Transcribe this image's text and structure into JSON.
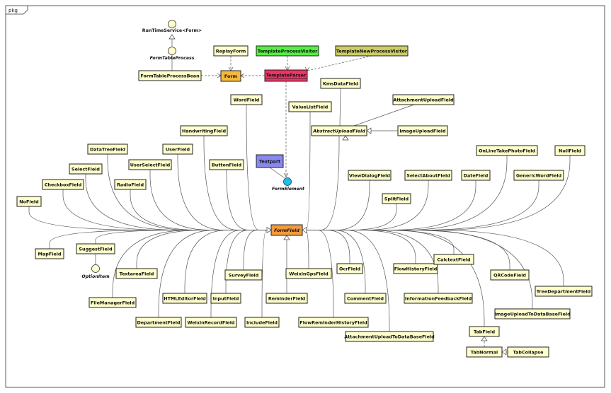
{
  "package": {
    "name": "pkg"
  },
  "top": {
    "runtime_service": "RunTimeService<Form>",
    "form_table_process": "FormTableProcess",
    "form_table_process_bean": "FormTableProcessBean",
    "replay_form": "ReplayForm",
    "form": "Form",
    "template_process_visitor": "TemplateProcessVisitor",
    "template_new_process_visitor": "TemplateNewProcessVisitor",
    "template_parser": "TemplateParser",
    "textpart": "Textpart",
    "form_element": "FormElement",
    "form_field": "FormField",
    "option_item": "OptionItem"
  },
  "upload": {
    "kms_data_field": "KmsDataField",
    "attachment_upload_field": "AttachmentUploadField",
    "abstract_upload_field": "AbstractUploadField",
    "image_upload_field": "ImageUploadField"
  },
  "fields_above": [
    {
      "id": "word",
      "label": "WordField"
    },
    {
      "id": "valuelist",
      "label": "ValueListField"
    },
    {
      "id": "handwriting",
      "label": "HandwritingField"
    },
    {
      "id": "datatree",
      "label": "DataTreeField"
    },
    {
      "id": "user",
      "label": "UserField"
    },
    {
      "id": "select",
      "label": "SelectField"
    },
    {
      "id": "userselect",
      "label": "UserSelectField"
    },
    {
      "id": "button",
      "label": "ButtonField"
    },
    {
      "id": "checkbox",
      "label": "CheckboxField"
    },
    {
      "id": "radio",
      "label": "RadioField"
    },
    {
      "id": "no",
      "label": "NoField"
    },
    {
      "id": "viewdialog",
      "label": "ViewDialogField"
    },
    {
      "id": "selectabout",
      "label": "SelectAboutField"
    },
    {
      "id": "date",
      "label": "DateField"
    },
    {
      "id": "online",
      "label": "OnLineTakePhotoField"
    },
    {
      "id": "null",
      "label": "NullField"
    },
    {
      "id": "genericword",
      "label": "GenericWordField"
    },
    {
      "id": "split",
      "label": "SplitField"
    }
  ],
  "fields_below": [
    {
      "id": "map",
      "label": "MapField"
    },
    {
      "id": "suggest",
      "label": "SuggestField"
    },
    {
      "id": "textarea",
      "label": "TextareaField"
    },
    {
      "id": "filemanager",
      "label": "FileManagerField"
    },
    {
      "id": "survey",
      "label": "SurveyField"
    },
    {
      "id": "weixingps",
      "label": "WeixinGpsField"
    },
    {
      "id": "ocr",
      "label": "OcrField"
    },
    {
      "id": "flowhistory",
      "label": "FlowHistoryField"
    },
    {
      "id": "calctext",
      "label": "CalctextField"
    },
    {
      "id": "qrcode",
      "label": "QRCodeField"
    },
    {
      "id": "treedepartment",
      "label": "TreeDepartmentField"
    },
    {
      "id": "htmleditor",
      "label": "HTMLEditorField"
    },
    {
      "id": "input",
      "label": "InputField"
    },
    {
      "id": "reminder",
      "label": "ReminderField"
    },
    {
      "id": "comment",
      "label": "CommentField"
    },
    {
      "id": "infofeedback",
      "label": "InformationFeedbackField"
    },
    {
      "id": "imagetodb",
      "label": "ImageUploadToDataBaseField"
    },
    {
      "id": "department",
      "label": "DepartmentField"
    },
    {
      "id": "weixinrecord",
      "label": "WeixinRecordField"
    },
    {
      "id": "include",
      "label": "IncludeField"
    },
    {
      "id": "flowreminder",
      "label": "FlowReminderHistoryField"
    },
    {
      "id": "attachtodb",
      "label": "AttachmentUploadToDataBaseField"
    },
    {
      "id": "tab",
      "label": "TabField"
    },
    {
      "id": "tabnormal",
      "label": "TabNormal"
    },
    {
      "id": "tabcollapse",
      "label": "TabCollapse"
    }
  ],
  "colors": {
    "class_fill": "#ffffcc",
    "form": "#f5b83d",
    "template_process_visitor": "#55ee44",
    "template_new_process_visitor": "#cccc66",
    "template_parser": "#ee3366",
    "textpart": "#8888ee",
    "form_field": "#f59a3a",
    "form_element": "#22bbee",
    "interface_circle": "#ffffcc"
  }
}
